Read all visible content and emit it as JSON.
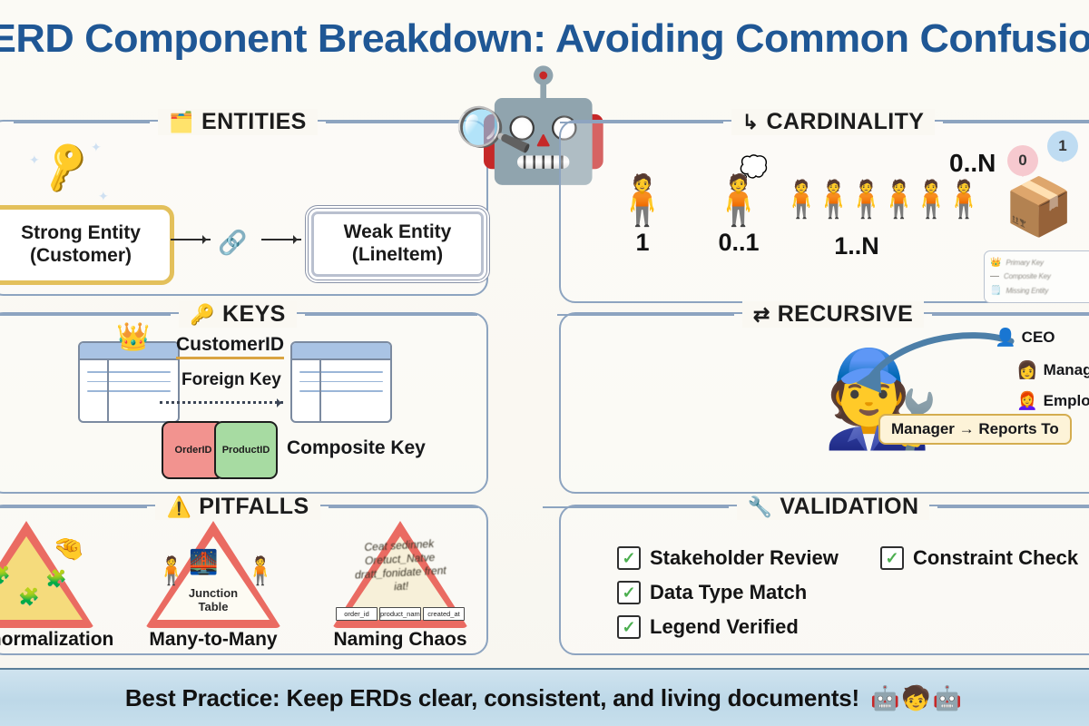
{
  "title": "ERD Component Breakdown: Avoiding Common Confusions",
  "sections": {
    "entities": {
      "title": "ENTITIES",
      "icon": "clipboard-icon",
      "key_icon": "key-icon",
      "strong_entity": "Strong Entity\n(Customer)",
      "strong_entity_line1": "Strong Entity",
      "strong_entity_line2": "(Customer)",
      "weak_entity_line1": "Weak Entity",
      "weak_entity_line2": "(LineItem)",
      "link_icon": "chain-link-icon"
    },
    "cardinality": {
      "title": "CARDINALITY",
      "icon": "branch-arrow-icon",
      "items": [
        {
          "label": "1",
          "figure": "single-person-icon"
        },
        {
          "label": "0..1",
          "figure": "person-thinking-icon"
        },
        {
          "label": "1..N",
          "figure": "person-with-group-icon"
        },
        {
          "label": "0..N",
          "figure": "empty-box-icon"
        }
      ],
      "bubbles": [
        {
          "value": "0",
          "color": "#f6c9cf"
        },
        {
          "value": "1",
          "color": "#bfdcf2"
        }
      ],
      "legend": [
        {
          "icon": "crown-icon",
          "text": "Primary Key"
        },
        {
          "icon": "dash-icon",
          "text": "Composite Key"
        },
        {
          "icon": "table-icon",
          "text": "Missing Entity"
        }
      ]
    },
    "keys": {
      "title": "KEYS",
      "icon": "key-icon",
      "crown_icon": "crown-icon",
      "primary_key": "CustomerID",
      "foreign_key": "Foreign Key",
      "puzzle_left": "OrderID",
      "puzzle_right": "ProductID",
      "composite_key": "Composite Key"
    },
    "recursive": {
      "title": "RECURSIVE",
      "icon": "two-way-arrow-icon",
      "worker_icon": "worker-person-icon",
      "org": [
        {
          "label": "CEO",
          "avatar": "person-icon"
        },
        {
          "label": "Manager",
          "avatar": "person-icon"
        },
        {
          "label": "Employee",
          "avatar": "person-icon"
        }
      ],
      "badge": "Manager → Reports To"
    },
    "pitfalls": {
      "title": "PITFALLS",
      "icon": "warning-triangle-icon",
      "items": [
        {
          "label": "Over-normalization",
          "art": "puzzle-hand-warning-icon"
        },
        {
          "label": "Many-to-Many",
          "art": "bridge-crowd-icon",
          "inner_label": "Junction\nTable",
          "inner_line1": "Junction",
          "inner_line2": "Table"
        },
        {
          "label": "Naming Chaos",
          "art": "scrawled-triangle-icon",
          "scrawl": "Ceat sedinnek Oretuct_Natve dratt_fonidate frent iat!",
          "columns": [
            "order_id",
            "product_name",
            "created_at"
          ]
        }
      ]
    },
    "validation": {
      "title": "VALIDATION",
      "icon": "wrench-icon",
      "items": [
        "Stakeholder Review",
        "Data Type Match",
        "Legend Verified",
        "Constraint Check"
      ],
      "check_mark": "✓"
    }
  },
  "mascot": {
    "robot_icon": "robot-mascot-icon",
    "magnifier_icon": "magnifying-glass-icon"
  },
  "footer": {
    "text": "Best Practice: Keep ERDs clear, consistent, and living documents!",
    "figures": "robot-child-robot-icons"
  },
  "colors": {
    "title": "#1f5795",
    "panel_border": "#8da4c0",
    "background": "#faf8f2",
    "strong_entity_border": "#e3c05b",
    "footer_band": "#bdd8e8",
    "check_green": "#4caf50"
  }
}
